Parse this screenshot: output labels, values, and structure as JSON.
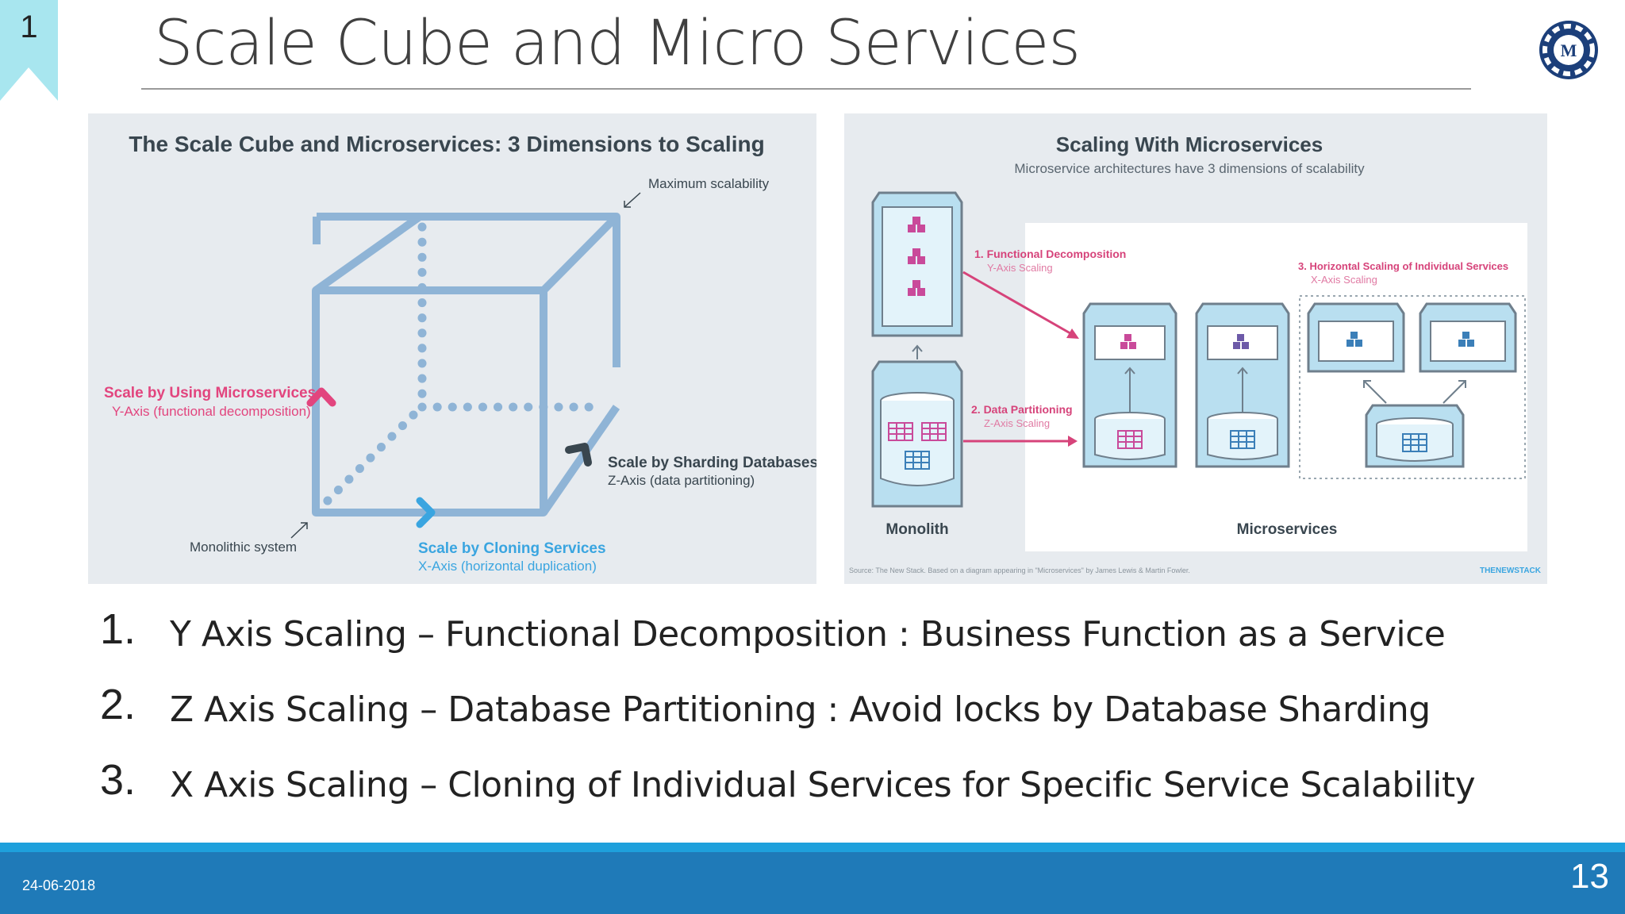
{
  "slide": {
    "corner_number": "1",
    "title": "Scale Cube and Micro Services",
    "date": "24-06-2018",
    "page_number": "13",
    "logo_letter": "M"
  },
  "left_diagram": {
    "title": "The Scale Cube and Microservices: 3 Dimensions to Scaling",
    "max_label": "Maximum scalability",
    "y_axis_title": "Scale by Using Microservices",
    "y_axis_sub": "Y-Axis (functional decomposition)",
    "z_axis_title": "Scale by Sharding Databases",
    "z_axis_sub": "Z-Axis (data partitioning)",
    "x_axis_title": "Scale by Cloning Services",
    "x_axis_sub": "X-Axis (horizontal duplication)",
    "origin_label": "Monolithic system"
  },
  "right_diagram": {
    "title": "Scaling With Microservices",
    "subtitle": "Microservice architectures have 3 dimensions of scalability",
    "step1_title": "1. Functional Decomposition",
    "step1_sub": "Y-Axis Scaling",
    "step2_title": "2. Data Partitioning",
    "step2_sub": "Z-Axis Scaling",
    "step3_title": "3. Horizontal Scaling of Individual Services",
    "step3_sub": "X-Axis Scaling",
    "monolith_label": "Monolith",
    "microservices_label": "Microservices",
    "source": "Source: The New Stack. Based on a diagram appearing in \"Microservices\" by James Lewis & Martin Fowler.",
    "brand": "THENEWSTACK"
  },
  "points": [
    {
      "num": "1.",
      "text": "Y Axis Scaling – Functional Decomposition : Business Function as a Service"
    },
    {
      "num": "2.",
      "text": "Z Axis Scaling – Database Partitioning : Avoid locks by Database Sharding"
    },
    {
      "num": "3.",
      "text": "X Axis Scaling – Cloning of Individual Services for Specific Service Scalability"
    }
  ],
  "colors": {
    "accent_blue": "#1f7ab8",
    "stripe_blue": "#1ea0dc",
    "corner_cyan": "#a8e6ef",
    "cube_blue": "#8fb4d6",
    "pink": "#e2457e",
    "dark": "#39464f"
  }
}
